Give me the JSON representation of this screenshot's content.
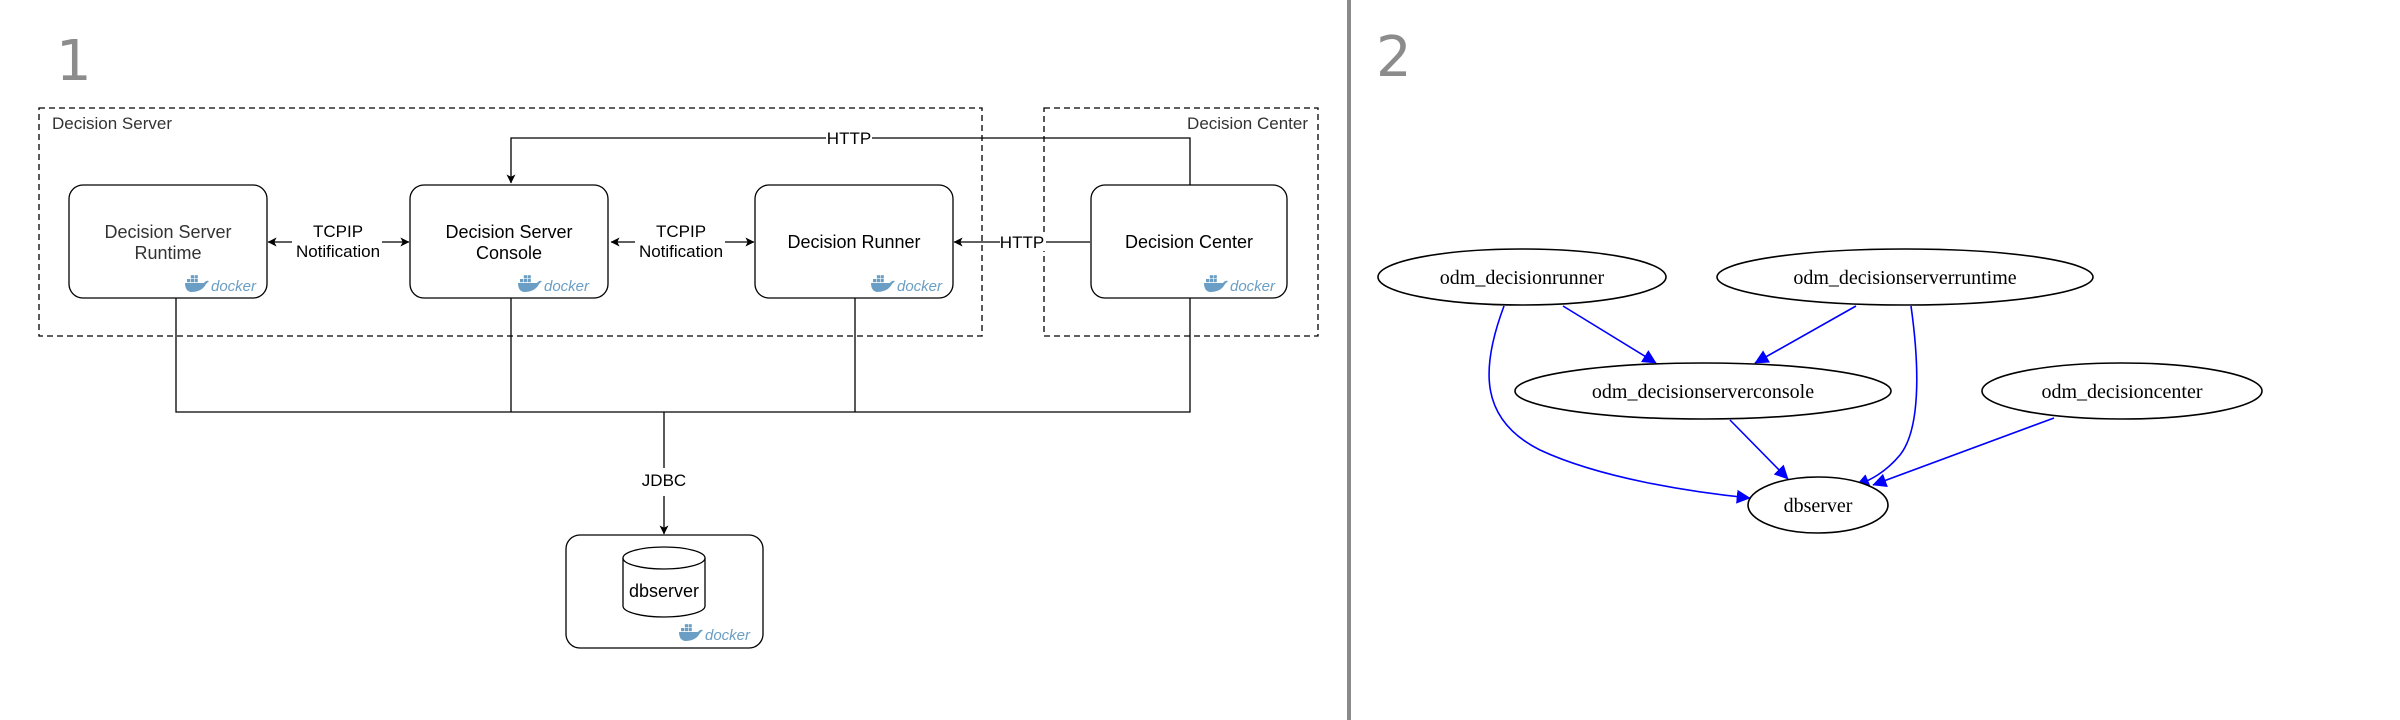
{
  "panels": [
    {
      "number": "1"
    },
    {
      "number": "2"
    }
  ],
  "architecture": {
    "groups": [
      {
        "label": "Decision Server"
      },
      {
        "label": "Decision Center"
      }
    ],
    "nodes": [
      {
        "id": "runtime",
        "lines": [
          "Decision Server",
          "Runtime"
        ],
        "badge": "docker"
      },
      {
        "id": "console",
        "lines": [
          "Decision Server",
          "Console"
        ],
        "badge": "docker"
      },
      {
        "id": "runner",
        "lines": [
          "Decision Runner"
        ],
        "badge": "docker"
      },
      {
        "id": "center",
        "lines": [
          "Decision Center"
        ],
        "badge": "docker"
      },
      {
        "id": "db",
        "lines": [
          "dbserver"
        ],
        "badge": "docker"
      }
    ],
    "edges": [
      {
        "id": "runtime-console",
        "lines": [
          "TCPIP",
          "Notification"
        ]
      },
      {
        "id": "console-runner",
        "lines": [
          "TCPIP",
          "Notification"
        ]
      },
      {
        "id": "center-runner",
        "lines": [
          "HTTP"
        ]
      },
      {
        "id": "center-console",
        "lines": [
          "HTTP"
        ]
      },
      {
        "id": "bus-db",
        "lines": [
          "JDBC"
        ]
      }
    ]
  },
  "graph": {
    "nodes": [
      {
        "id": "odm_decisionrunner",
        "label": "odm_decisionrunner"
      },
      {
        "id": "odm_decisionserverruntime",
        "label": "odm_decisionserverruntime"
      },
      {
        "id": "odm_decisionserverconsole",
        "label": "odm_decisionserverconsole"
      },
      {
        "id": "odm_decisioncenter",
        "label": "odm_decisioncenter"
      },
      {
        "id": "dbserver",
        "label": "dbserver"
      }
    ],
    "edges": [
      {
        "from": "odm_decisionrunner",
        "to": "odm_decisionserverconsole"
      },
      {
        "from": "odm_decisionrunner",
        "to": "dbserver"
      },
      {
        "from": "odm_decisionserverruntime",
        "to": "odm_decisionserverconsole"
      },
      {
        "from": "odm_decisionserverruntime",
        "to": "dbserver"
      },
      {
        "from": "odm_decisionserverconsole",
        "to": "dbserver"
      },
      {
        "from": "odm_decisioncenter",
        "to": "dbserver"
      }
    ],
    "edge_color": "#0000ff"
  }
}
